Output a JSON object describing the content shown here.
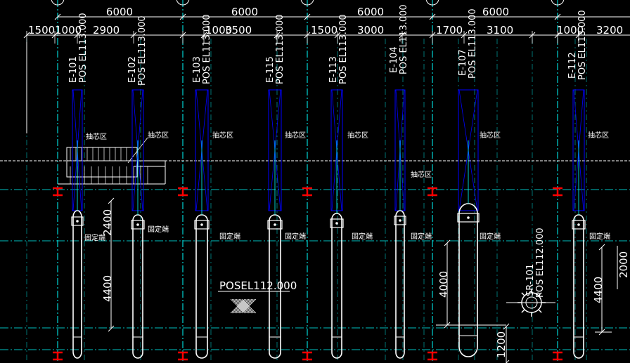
{
  "drawing": {
    "top_spacing": [
      "6000",
      "6000",
      "6000",
      "6000"
    ],
    "sub_dims": [
      "1500",
      "1000",
      "2900",
      "1000",
      "3500",
      "1500",
      "3000",
      "1700",
      "3100",
      "1000",
      "3200"
    ],
    "exchangers": [
      {
        "tag": "E-101",
        "elev": "POS EL113.000",
        "pull_label": "抽芯区",
        "fixed_label": "固定端"
      },
      {
        "tag": "E-102",
        "elev": "POS EL113.000",
        "pull_label": "抽芯区",
        "fixed_label": "固定端"
      },
      {
        "tag": "E-103",
        "elev": "POS EL113.000",
        "pull_label": "抽芯区",
        "fixed_label": "固定端"
      },
      {
        "tag": "E-115",
        "elev": "POS EL113.000",
        "pull_label": "抽芯区",
        "fixed_label": "固定端"
      },
      {
        "tag": "E-113",
        "elev": "POS EL113.000",
        "pull_label": "抽芯区",
        "fixed_label": "固定端"
      },
      {
        "tag": "E-104",
        "elev": "POS EL113.000",
        "pull_label": "抽芯区",
        "fixed_label": "固定端"
      },
      {
        "tag": "E-107",
        "elev": "POS EL113.000",
        "pull_label": "抽芯区",
        "fixed_label": "固定端"
      },
      {
        "tag": "E-112",
        "elev": "POS EL113.000",
        "pull_label": "抽芯区",
        "fixed_label": "固定端"
      }
    ],
    "vertical_dims": [
      "2400",
      "4400",
      "4000",
      "1200",
      "4400",
      "2000"
    ],
    "pos_label": "POSEL112.000",
    "sr": {
      "tag": "SR-101",
      "elev": "POS EL112.000"
    },
    "colors": {
      "background": "#000000",
      "line": "#ffffff",
      "axis": "#00ffff",
      "tube": "#0000ff",
      "marker": "#ff0000"
    }
  }
}
